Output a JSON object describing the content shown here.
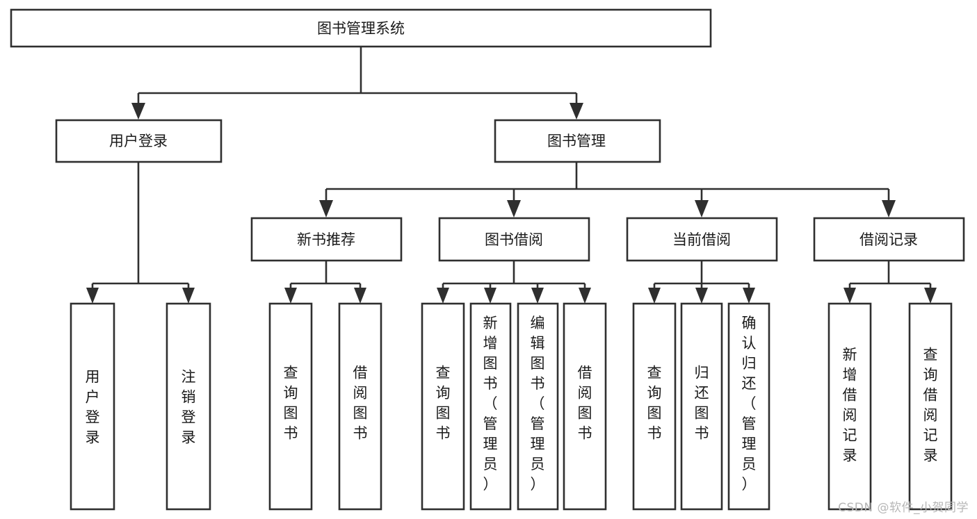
{
  "diagram": {
    "type": "tree-hierarchy-chart",
    "title": "图书管理系统",
    "background_color": "#ffffff",
    "box_stroke_color": "#2f2f2f",
    "box_fill_color": "#ffffff",
    "text_color": "#1a1a1a",
    "root": {
      "id": "root",
      "label": "图书管理系统",
      "orientation": "horizontal"
    },
    "level2": [
      {
        "id": "user-login",
        "label": "用户登录",
        "orientation": "horizontal"
      },
      {
        "id": "book-management",
        "label": "图书管理",
        "orientation": "horizontal"
      }
    ],
    "level3": [
      {
        "id": "new-book-recommend",
        "label": "新书推荐",
        "orientation": "horizontal",
        "parent": "book-management"
      },
      {
        "id": "book-borrow",
        "label": "图书借阅",
        "orientation": "horizontal",
        "parent": "book-management"
      },
      {
        "id": "current-borrow",
        "label": "当前借阅",
        "orientation": "horizontal",
        "parent": "book-management"
      },
      {
        "id": "borrow-record",
        "label": "借阅记录",
        "orientation": "horizontal",
        "parent": "book-management"
      }
    ],
    "leaves": [
      {
        "id": "leaf-user-login",
        "label": "用户登录",
        "orientation": "vertical",
        "parent": "user-login"
      },
      {
        "id": "leaf-logout",
        "label": "注销登录",
        "orientation": "vertical",
        "parent": "user-login"
      },
      {
        "id": "leaf-query-book-1",
        "label": "查询图书",
        "orientation": "vertical",
        "parent": "new-book-recommend"
      },
      {
        "id": "leaf-borrow-book-1",
        "label": "借阅图书",
        "orientation": "vertical",
        "parent": "new-book-recommend"
      },
      {
        "id": "leaf-query-book-2",
        "label": "查询图书",
        "orientation": "vertical",
        "parent": "book-borrow"
      },
      {
        "id": "leaf-add-book",
        "label": "新增图书（管理员）",
        "orientation": "vertical",
        "parent": "book-borrow"
      },
      {
        "id": "leaf-edit-book",
        "label": "编辑图书（管理员）",
        "orientation": "vertical",
        "parent": "book-borrow"
      },
      {
        "id": "leaf-borrow-book-2",
        "label": "借阅图书",
        "orientation": "vertical",
        "parent": "book-borrow"
      },
      {
        "id": "leaf-query-book-3",
        "label": "查询图书",
        "orientation": "vertical",
        "parent": "current-borrow"
      },
      {
        "id": "leaf-return-book",
        "label": "归还图书",
        "orientation": "vertical",
        "parent": "current-borrow"
      },
      {
        "id": "leaf-confirm-return",
        "label": "确认归还（管理员）",
        "orientation": "vertical",
        "parent": "current-borrow"
      },
      {
        "id": "leaf-add-record",
        "label": "新增借阅记录",
        "orientation": "vertical",
        "parent": "borrow-record"
      },
      {
        "id": "leaf-query-record",
        "label": "查询借阅记录",
        "orientation": "vertical",
        "parent": "borrow-record"
      }
    ]
  },
  "watermark": {
    "text": "CSDN @软件_小贺同学"
  }
}
